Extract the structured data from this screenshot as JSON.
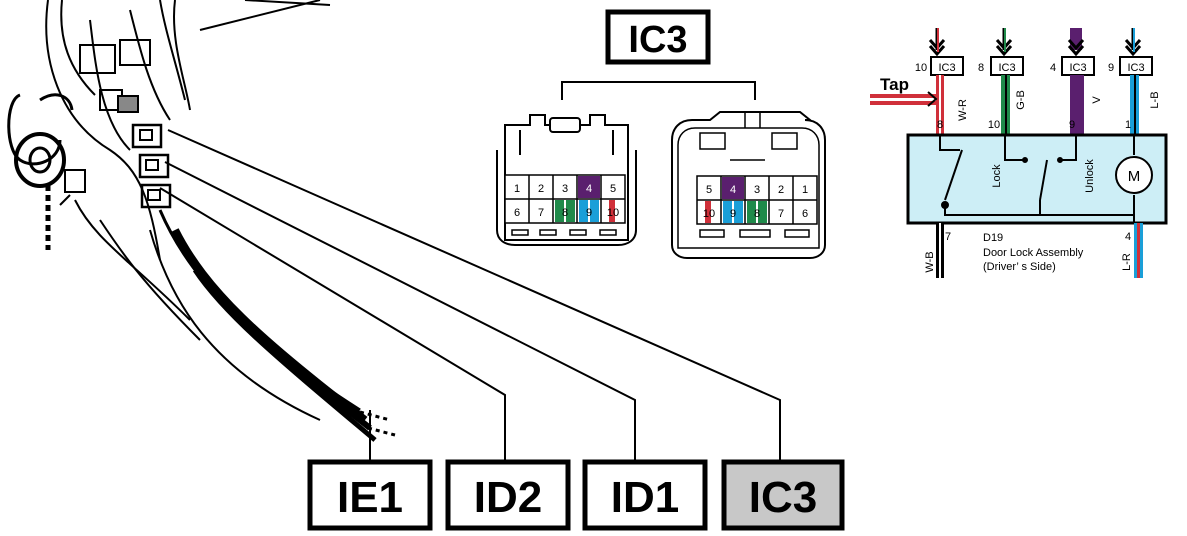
{
  "diagram": {
    "title_connector": "IC3",
    "connector_labels": {
      "ie1": "IE1",
      "id2": "ID2",
      "id1": "ID1",
      "ic3": "IC3"
    },
    "colors": {
      "red": "#d0303a",
      "green": "#1f8a4a",
      "purple": "#5a1f6e",
      "blue": "#1a9fd8",
      "light_blue": "#cdeef6",
      "highlight_gray": "#c8c8c8"
    },
    "left_connector_pins": [
      "1",
      "2",
      "3",
      "4",
      "5",
      "6",
      "7",
      "8",
      "9",
      "10"
    ],
    "right_connector_pins": [
      "5",
      "4",
      "3",
      "2",
      "1",
      "10",
      "9",
      "8",
      "7",
      "6"
    ],
    "schematic": {
      "terminals": [
        {
          "num": "10",
          "conn": "IC3",
          "wire": "W-R",
          "pin": "8"
        },
        {
          "num": "8",
          "conn": "IC3",
          "wire": "G-B",
          "pin": "10"
        },
        {
          "num": "4",
          "conn": "IC3",
          "wire": "V",
          "pin": "9"
        },
        {
          "num": "9",
          "conn": "IC3",
          "wire": "L-B",
          "pin": "1"
        }
      ],
      "tap": "Tap",
      "lock": "Lock",
      "unlock": "Unlock",
      "motor": "M",
      "bottom_left_pin": "7",
      "bottom_left_wire": "W-B",
      "bottom_right_pin": "4",
      "bottom_right_wire": "L-R",
      "component_id": "D19",
      "component_name": "Door Lock Assembly",
      "component_side": "(Driver’ s Side)"
    }
  }
}
